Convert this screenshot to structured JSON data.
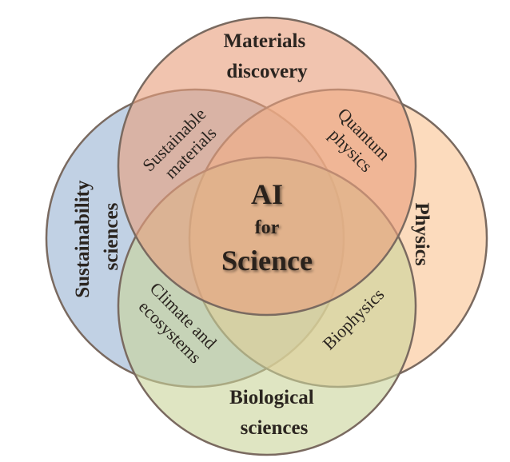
{
  "diagram": {
    "type": "venn",
    "sets": [
      {
        "key": "top",
        "lines": [
          "Materials",
          "discovery"
        ],
        "color": "#e8a07e"
      },
      {
        "key": "left",
        "lines": [
          "Sustainability",
          "sciences"
        ],
        "color": "#9fb8d6"
      },
      {
        "key": "right",
        "lines": [
          "Physics"
        ],
        "color": "#fbc79a"
      },
      {
        "key": "bottom",
        "lines": [
          "Biological",
          "sciences"
        ],
        "color": "#c9d39a"
      }
    ],
    "overlaps": [
      {
        "key": "top-left",
        "lines": [
          "Sustainable",
          "materials"
        ]
      },
      {
        "key": "top-right",
        "lines": [
          "Quantum",
          "physics"
        ]
      },
      {
        "key": "left-bottom",
        "lines": [
          "Climate and",
          "ecosystems"
        ]
      },
      {
        "key": "right-bottom",
        "lines": [
          "Biophysics"
        ]
      }
    ],
    "center": {
      "lines": [
        "AI",
        "for",
        "Science"
      ]
    }
  }
}
